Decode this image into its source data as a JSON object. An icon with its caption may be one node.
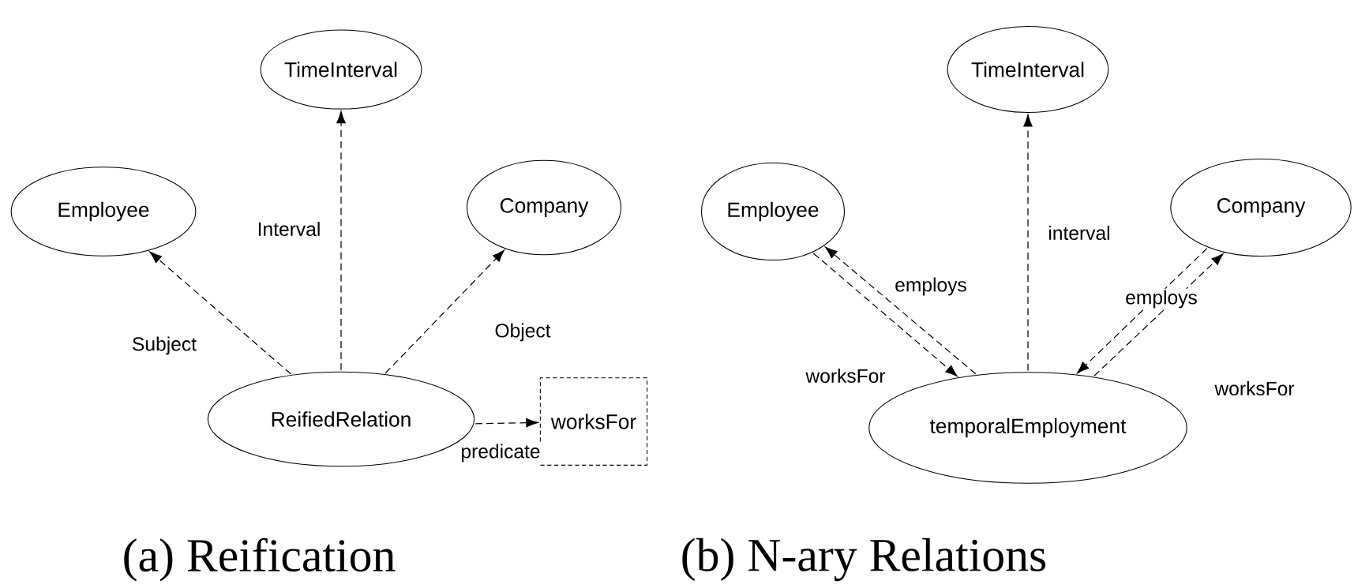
{
  "diagram": {
    "nodes": [
      {
        "text": [
          "Employee"
        ]
      },
      {
        "text": [
          "TimeInterval"
        ]
      },
      {
        "text": [
          "Company"
        ]
      },
      {
        "text": [
          "ReifiedRelation"
        ]
      },
      {
        "text": [
          "worksFor"
        ]
      },
      {
        "text": [
          "Employee"
        ]
      },
      {
        "text": [
          "TimeInterval"
        ]
      },
      {
        "text": [
          "Company"
        ]
      },
      {
        "text": [
          "temporalEmployment"
        ]
      }
    ],
    "edges": [
      {
        "from": 3,
        "to": 0,
        "arrow": "to",
        "label": "Subject",
        "style": "dashed"
      },
      {
        "from": 3,
        "to": 1,
        "arrow": "to",
        "label": "Interval",
        "style": "dashed"
      },
      {
        "from": 3,
        "to": 2,
        "arrow": "to",
        "label": "Object",
        "style": "dashed"
      },
      {
        "from": 3,
        "to": 4,
        "arrow": "to",
        "label": "predicate",
        "style": "dashed"
      },
      {
        "from": 8,
        "to": 5,
        "arrow": "to",
        "label": "employs",
        "style": "dashed"
      },
      {
        "from": 5,
        "to": 8,
        "arrow": "to",
        "label": "worksFor",
        "style": "dashed"
      },
      {
        "from": 8,
        "to": 6,
        "arrow": "to",
        "label": "interval",
        "style": "dashed"
      },
      {
        "from": 7,
        "to": 8,
        "arrow": "to",
        "label": "employs",
        "style": "dashed"
      },
      {
        "from": 8,
        "to": 7,
        "arrow": "to",
        "label": "worksFor",
        "style": "dashed"
      }
    ],
    "labels": [
      "(a) Reification",
      "(b) N-ary Relations"
    ]
  }
}
